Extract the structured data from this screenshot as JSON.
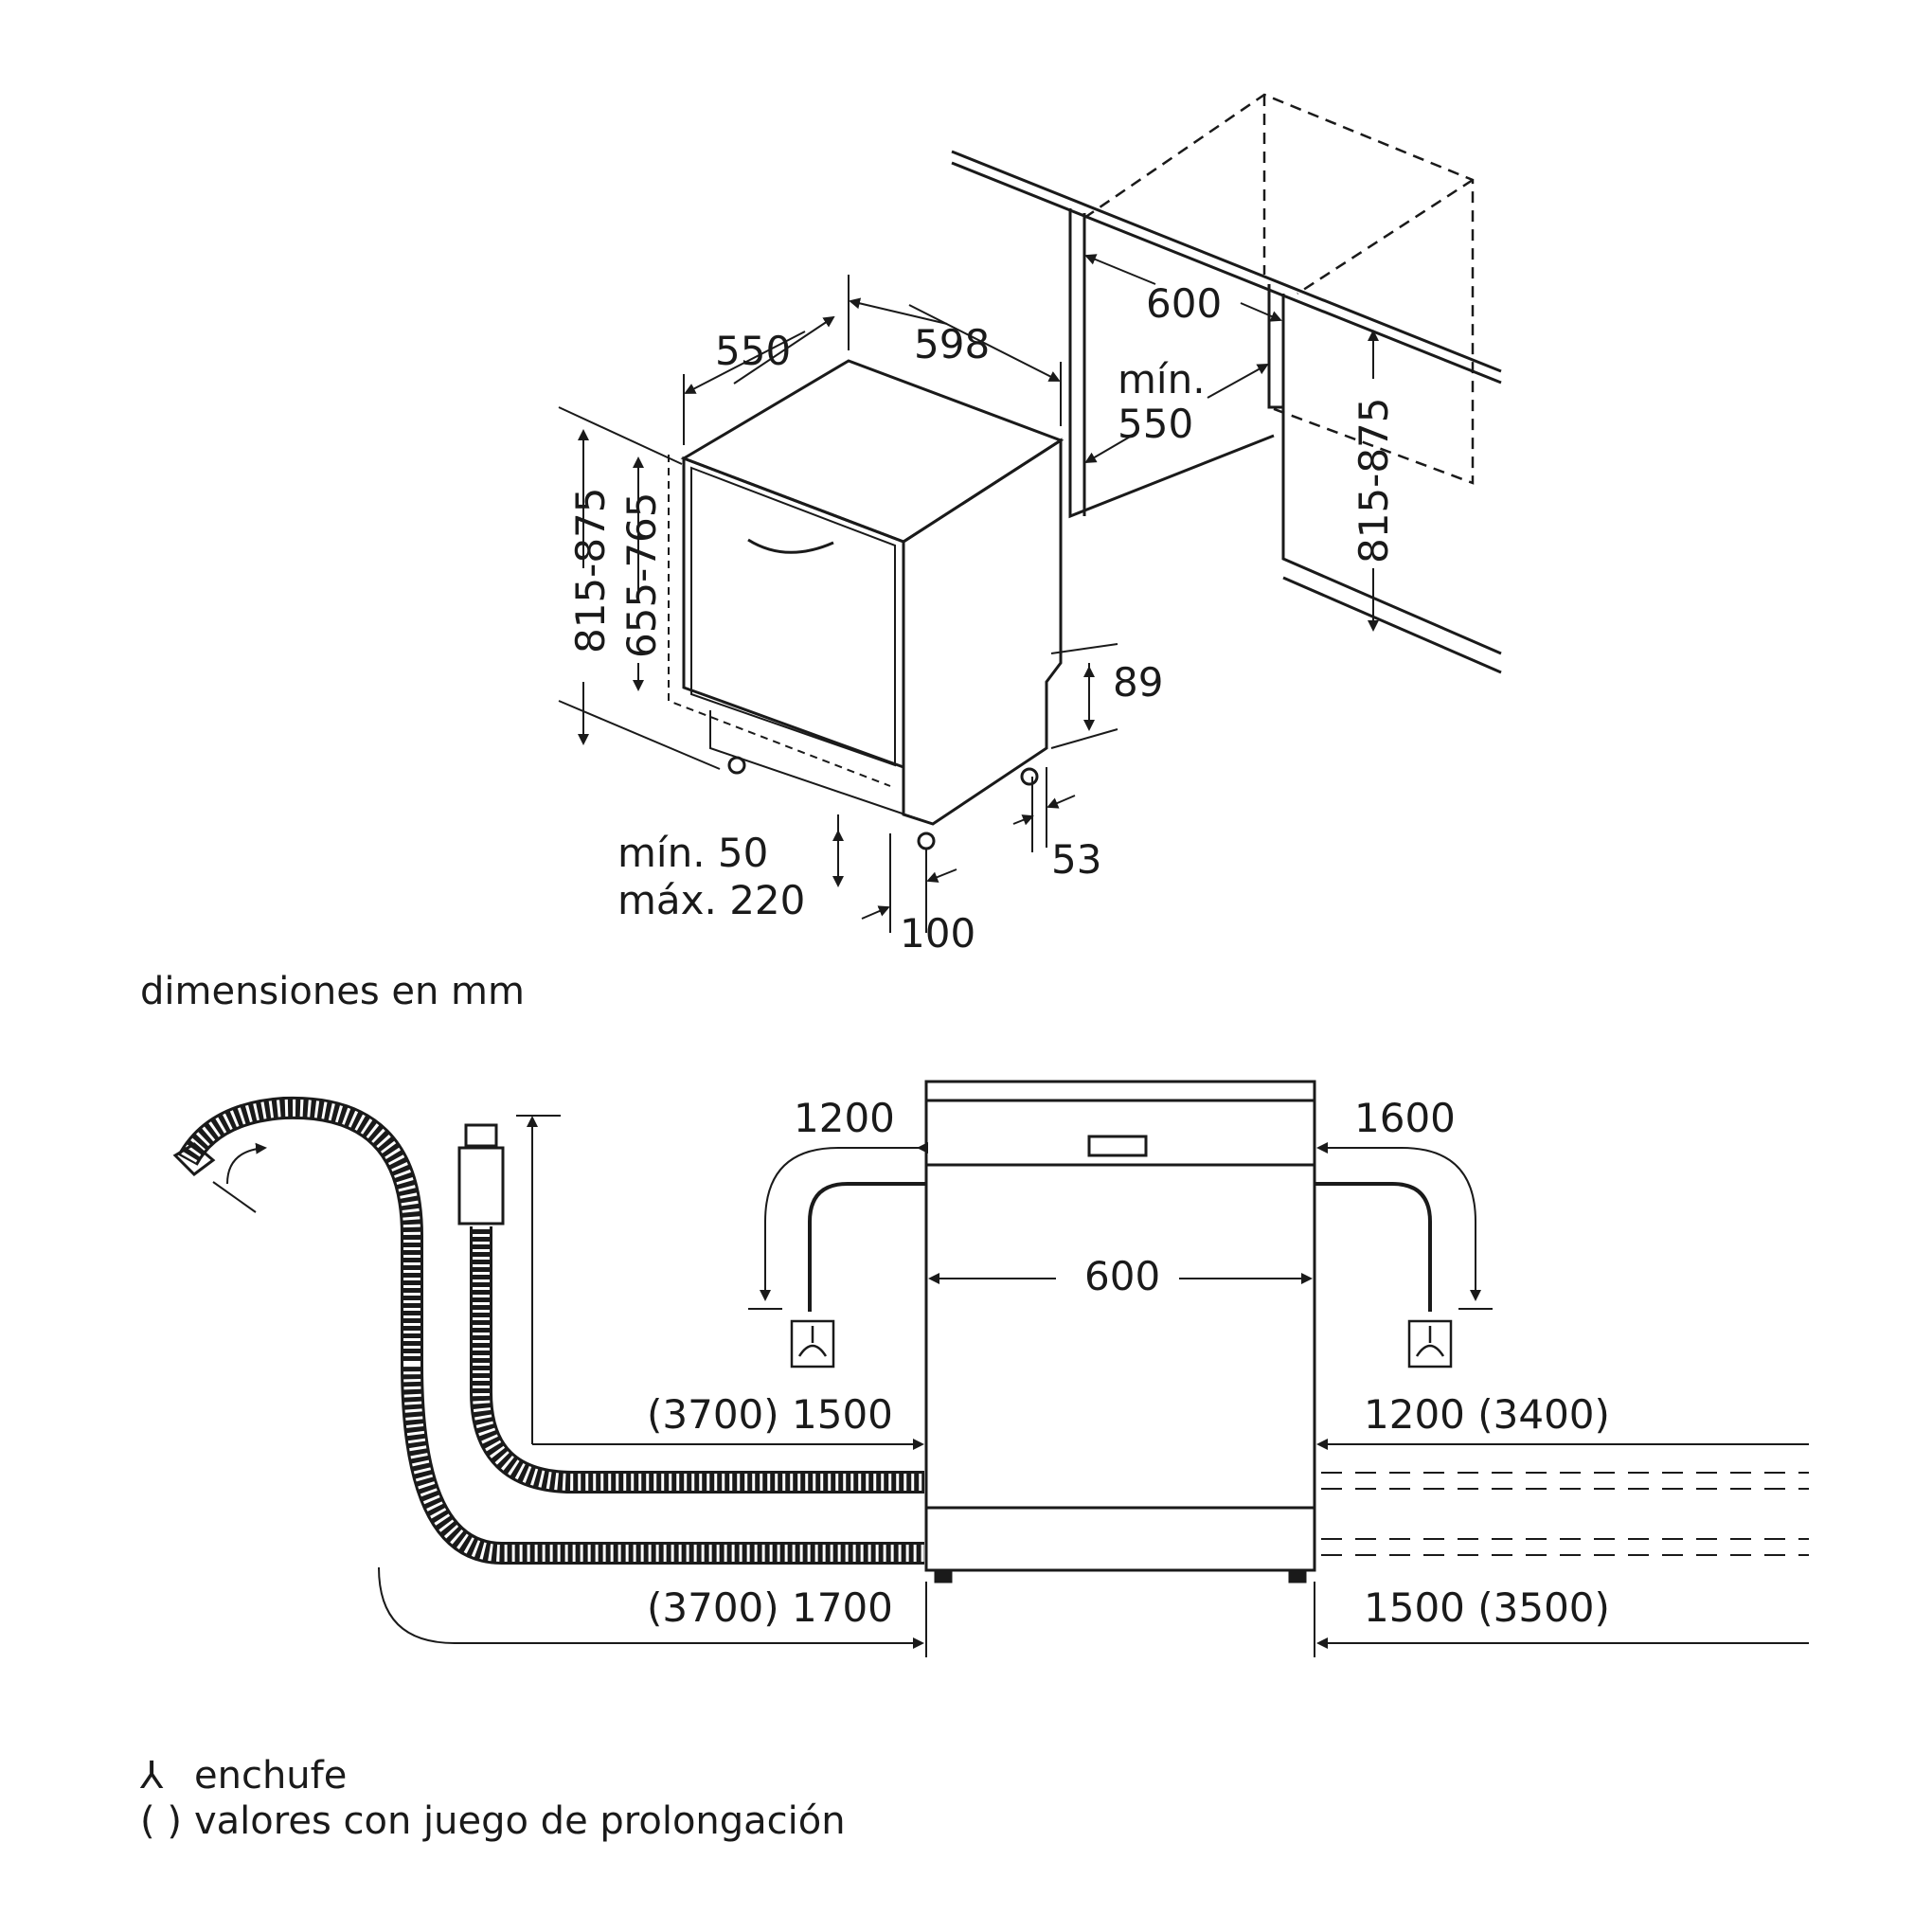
{
  "top_view": {
    "depth": "550",
    "width": "598",
    "height_range": "815-875",
    "body_height_range": "655-765",
    "plinth_heights": [
      "mín. 50",
      "máx. 220"
    ],
    "plinth_depth": "100",
    "foot_height": "89",
    "foot_offset": "53",
    "niche_width": "600",
    "niche_depth": [
      "mín.",
      "550"
    ],
    "niche_height_range": "815-875"
  },
  "units_note": "dimensiones en mm",
  "front_view": {
    "width": "600",
    "left_cable": "1200",
    "right_cable": "1600",
    "left_hose_upper": "(3700) 1500",
    "left_hose_lower": "(3700) 1700",
    "right_hose_upper": "1200 (3400)",
    "right_hose_lower": "1500 (3500)"
  },
  "legend": {
    "plug_symbol": "⅄",
    "plug": "enchufe",
    "parens_symbol": "( )",
    "parens": "valores con juego de prolongación"
  }
}
